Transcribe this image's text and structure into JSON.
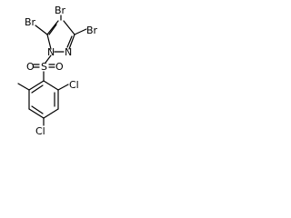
{
  "molecule": {
    "atoms": {
      "br_left": "Br",
      "br_top": "Br",
      "br_right": "Br",
      "n_ring": "N",
      "n_pyr": "N",
      "sulfur": "S",
      "oxygen_left": "O",
      "oxygen_right": "O",
      "cl_upper": "Cl",
      "cl_lower": "Cl"
    }
  }
}
